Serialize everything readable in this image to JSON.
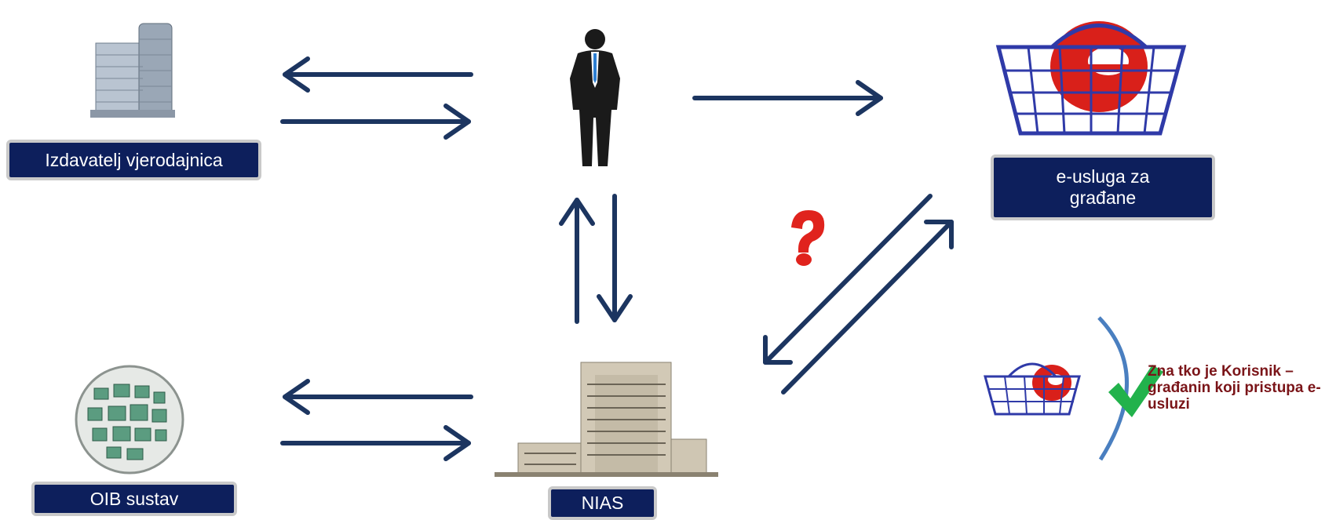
{
  "nodes": {
    "issuer": {
      "label": "Izdavatelj vjerodajnica",
      "icon": "office-building-icon"
    },
    "user": {
      "icon": "businessman-icon"
    },
    "eservice": {
      "label": "e-usluga za građane",
      "icon": "shopping-basket-e-icon"
    },
    "oib": {
      "label": "OIB sustav",
      "icon": "data-globe-icon"
    },
    "nias": {
      "label": "NIAS",
      "icon": "office-tower-icon"
    }
  },
  "question_icon": "question-mark-icon",
  "legend": {
    "icon": "shopping-basket-e-icon",
    "check_icon": "green-check-icon",
    "text": "Zna tko je Korisnik – građanin koji pristupa e-usluzi"
  },
  "colors": {
    "arrow": "#1c3560",
    "label_bg": "#0d1f5c",
    "label_border": "#c9c9c9",
    "note_text": "#7a1418",
    "bracket": "#4a7fc0",
    "check": "#22b24c",
    "question": "#e0231d"
  }
}
